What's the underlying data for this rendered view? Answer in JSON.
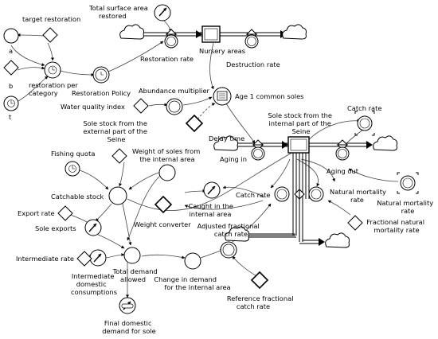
{
  "diagram": {
    "labels": {
      "target_restoration": "target restoration",
      "a": "a",
      "b": "b",
      "t": "t",
      "restoration_per_category": [
        "restoration per",
        "category"
      ],
      "restoration_policy": "Restoration Policy",
      "total_surface_area_restored": [
        "Total surface area",
        "restored"
      ],
      "restoration_rate": "Restoration rate",
      "nursery_areas": "Nursery areas",
      "destruction_rate": "Destruction rate",
      "abundance_multiplier": "Abundance multiplier",
      "water_quality_index": "Water quality index",
      "age1_common_soles": "Age 1 common soles",
      "delay_time": "Delay time",
      "sole_stock_external": [
        "Sole stock from the",
        "external part of the",
        "Seine"
      ],
      "sole_stock_internal": [
        "Sole stock from the",
        "internal part of the",
        "Seine"
      ],
      "catch_rate_top": "Catch rate",
      "aging_in": "Aging in",
      "aging_out": "Aging out",
      "fishing_quota": "Fishing quota",
      "weight_of_soles_internal": [
        "Weight of soles from",
        "the internal area"
      ],
      "catchable_stock": "Catchable stock",
      "catch_rate": "Catch rate",
      "natural_mortality_rate_flow": [
        "Natural mortality",
        "rate"
      ],
      "natural_mortality_rate": [
        "Natural mortality",
        "rate"
      ],
      "export_rate": "Export rate",
      "caught_internal": [
        "Caught in the",
        "internal area"
      ],
      "weight_converter": "Weight converter",
      "fractional_natural_mortality": [
        "Fractional natural",
        "mortality rate"
      ],
      "sole_exports": "Sole exports",
      "adjusted_fractional_catch_rate": [
        "Adjusted fractional",
        "catch rate"
      ],
      "intermediate_rate": "Intermediate rate",
      "intermediate_domestic": [
        "Intermediate",
        "domestic",
        "consumptions"
      ],
      "total_demand_allowed": [
        "Total demand",
        "allowed"
      ],
      "change_in_demand": [
        "Change in demand",
        "for the internal area"
      ],
      "reference_fractional_catch_rate": [
        "Reference fractional",
        "catch rate"
      ],
      "final_domestic_demand": [
        "Final domestic",
        "demand for sole"
      ]
    }
  }
}
